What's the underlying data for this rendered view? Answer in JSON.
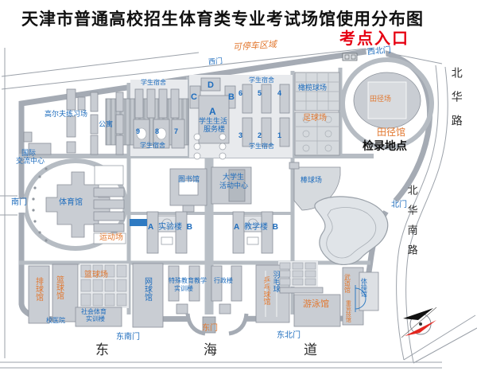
{
  "title": "天津市普通高校招生体育类专业考试场馆使用分布图",
  "annotations": {
    "parking_zone": "可停车区域",
    "exam_entrance": "考点入口",
    "checkin_point": "检录地点"
  },
  "gates": {
    "west": "西门",
    "northwest": "西北门",
    "north": "北门",
    "south": "南门",
    "southeast": "东南门",
    "east": "东门",
    "northeast": "东北门"
  },
  "roads": {
    "beihua": "北华路",
    "beihua_south": "北华南路",
    "donghai": [
      "东",
      "海",
      "道"
    ]
  },
  "exam_venues": {
    "track_field": "田径场",
    "track_hall": "田径馆",
    "football_field": "足球场",
    "sports_ground": "运动场",
    "volleyball_hall": "排球馆",
    "basketball_hall": "篮球馆",
    "basketball_courts": "篮球场",
    "table_tennis_hall": "乒乓球馆",
    "swimming_hall": "游泳馆",
    "wushu_hall": "武道馆",
    "heavy_athletics_hall": "重竞技馆"
  },
  "buildings": {
    "golf_range": "高尔夫练习场",
    "apartment": "公寓",
    "intl_center_l1": "国际",
    "intl_center_l2": "交流中心",
    "dorm": "学生宿舍",
    "service_l1": "学生生活",
    "service_l2": "服务楼",
    "block_a": "A",
    "block_b": "B",
    "block_c": "C",
    "block_d": "D",
    "rugby_field": "橄榄球场",
    "gymnasium": "体育馆",
    "library": "图书馆",
    "activity_l1": "大学生",
    "activity_l2": "活动中心",
    "lab": "实验楼",
    "teaching": "教学楼",
    "baseball_field": "棒球场",
    "hospital": "校医院",
    "social_l1": "社会体育",
    "social_l2": "实训楼",
    "tennis_hall": "网球馆",
    "special_l1": "特殊教育教学",
    "special_l2": "实训楼",
    "admin": "行政楼",
    "badminton": "羽毛球",
    "gymnastics_hall": "体操馆"
  },
  "dorm_numbers": [
    "1",
    "2",
    "3",
    "4",
    "5",
    "6",
    "7",
    "8",
    "9"
  ]
}
